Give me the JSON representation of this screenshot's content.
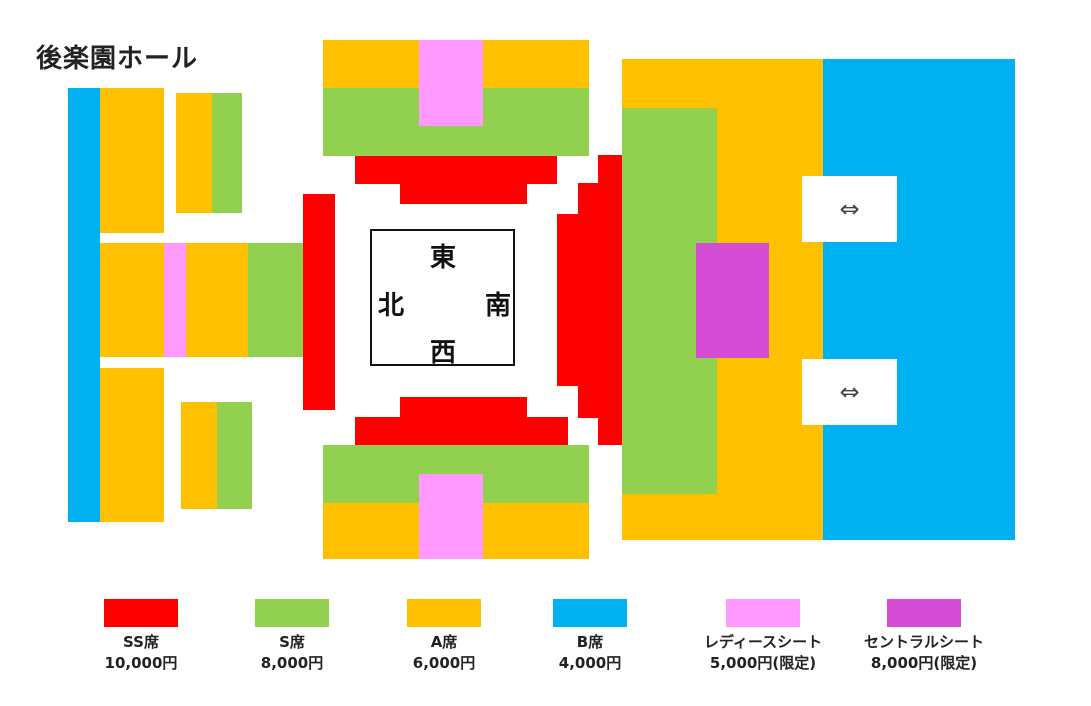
{
  "title": "後楽園ホール",
  "directions": {
    "east": "東",
    "west": "西",
    "north": "北",
    "south": "南"
  },
  "colors": {
    "ss": "#ff0000",
    "s": "#92d050",
    "a": "#ffc000",
    "b": "#00b0f0",
    "ladies": "#ff99ff",
    "central": "#d44bd4"
  },
  "aisle_icon": "double-arrow-icon",
  "aisle_glyph": "⇔",
  "legend": [
    {
      "key": "ss",
      "name": "SS席",
      "price": "10,000円"
    },
    {
      "key": "s",
      "name": "S席",
      "price": "8,000円"
    },
    {
      "key": "a",
      "name": "A席",
      "price": "6,000円"
    },
    {
      "key": "b",
      "name": "B席",
      "price": "4,000円"
    },
    {
      "key": "ladies",
      "name": "レディースシート",
      "price": "5,000円(限定)"
    },
    {
      "key": "central",
      "name": "セントラルシート",
      "price": "8,000円(限定)"
    }
  ]
}
